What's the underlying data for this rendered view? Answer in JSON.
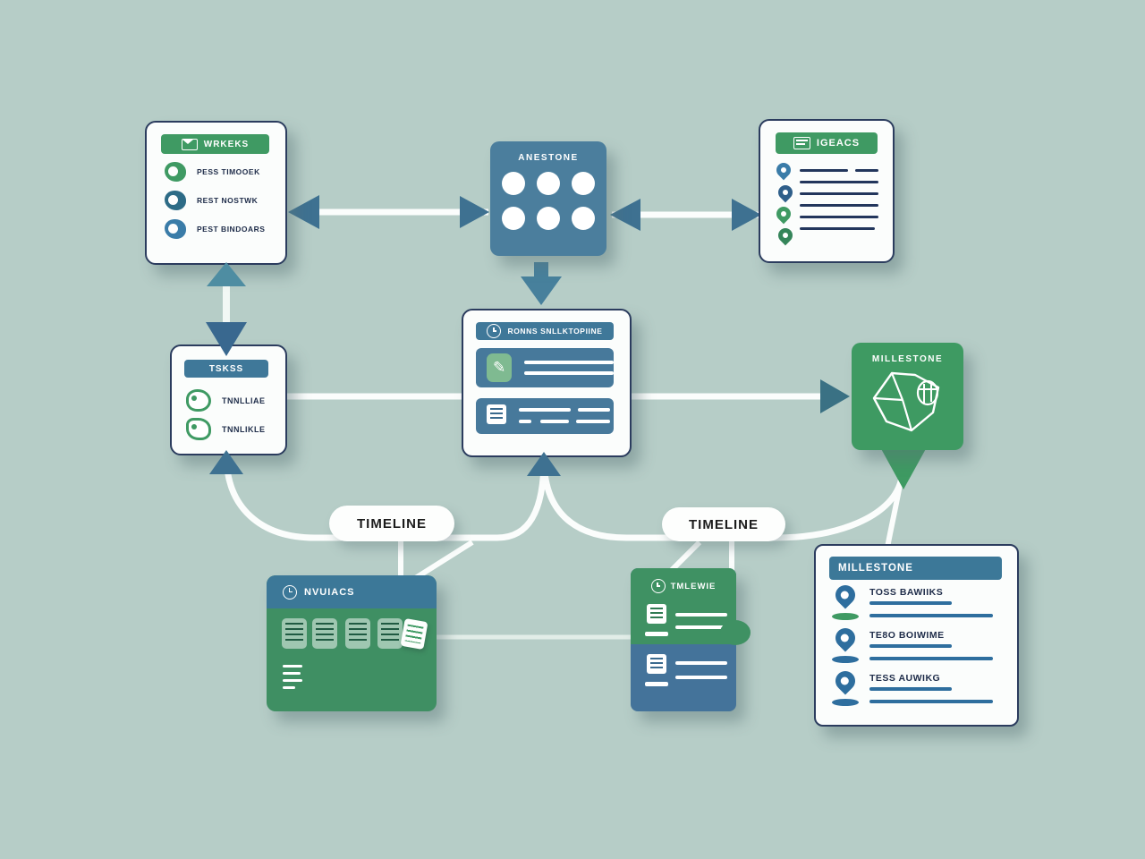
{
  "palette": {
    "background": "#b6cdc7",
    "steel_blue": "#47799b",
    "header_blue": "#3f7899",
    "green": "#3f9a63",
    "body_green": "#3f8f63",
    "navy_text": "#1e2c49",
    "line_navy": "#22365c",
    "line_blue": "#2e6e9e",
    "card_white": "#fbfdfc"
  },
  "widgets_card": {
    "header": "WRKEKS",
    "items": [
      {
        "label": "PESS TIMOOEK",
        "icon": "swirl-green"
      },
      {
        "label": "REST NOSTWK",
        "icon": "swirl-teal"
      },
      {
        "label": "PEST BINDOARS",
        "icon": "swirl-blue"
      }
    ]
  },
  "milestone_box": {
    "title": "ANESTONE",
    "dot_count": 6
  },
  "ideas_card": {
    "header": "IGEACS",
    "pin_colors": [
      "#3a7ca8",
      "#2f5f8a",
      "#3f9a63",
      "#35855a"
    ]
  },
  "tasks_card": {
    "header": "TSKSS",
    "items": [
      {
        "label": "TNNLLIAE"
      },
      {
        "label": "TNNLIKLE"
      }
    ]
  },
  "roadmap_card": {
    "header": "RONNS SNLLKTOPIINE"
  },
  "milestone_green_box": {
    "title": "MILLESTONE"
  },
  "timeline_pills": {
    "left": "TIMELINE",
    "right": "TIMELINE"
  },
  "modules_card": {
    "header": "NVUIACS"
  },
  "timeline_split_card": {
    "header": "TMLEWIE"
  },
  "milestone_list_card": {
    "header": "MILLESTONE",
    "items": [
      {
        "title": "TOSS BAWIIKS"
      },
      {
        "title": "TE8O BOIWIME"
      },
      {
        "title": "TESS AUWIKG"
      }
    ]
  }
}
